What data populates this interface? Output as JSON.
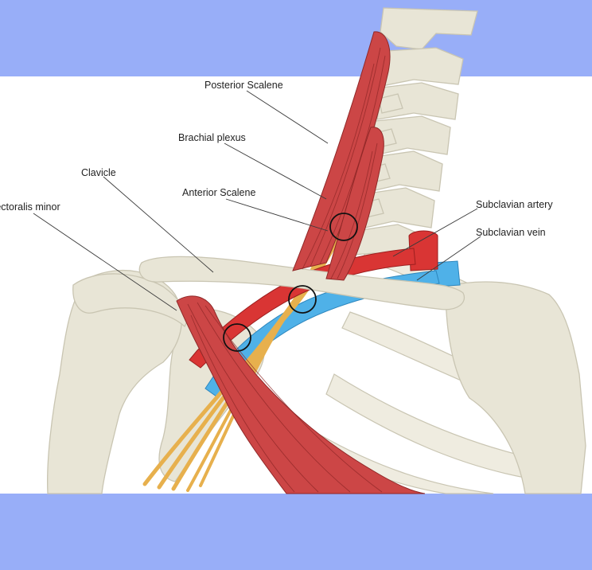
{
  "colors": {
    "frame_band": "#98aef8",
    "background": "#ffffff",
    "bone": "#e8e5d6",
    "muscle": "#cc4646",
    "artery": "#d93534",
    "vein": "#4fb1e8",
    "nerve": "#e7b04d"
  },
  "labels": {
    "posterior_scalene": "Posterior Scalene",
    "brachial_plexus": "Brachial plexus",
    "clavicle": "Clavicle",
    "anterior_scalene": "Anterior Scalene",
    "pectoralis_minor": "Pectoralis minor",
    "subclavian_artery": "Subclavian artery",
    "subclavian_vein": "Subclavian vein"
  }
}
